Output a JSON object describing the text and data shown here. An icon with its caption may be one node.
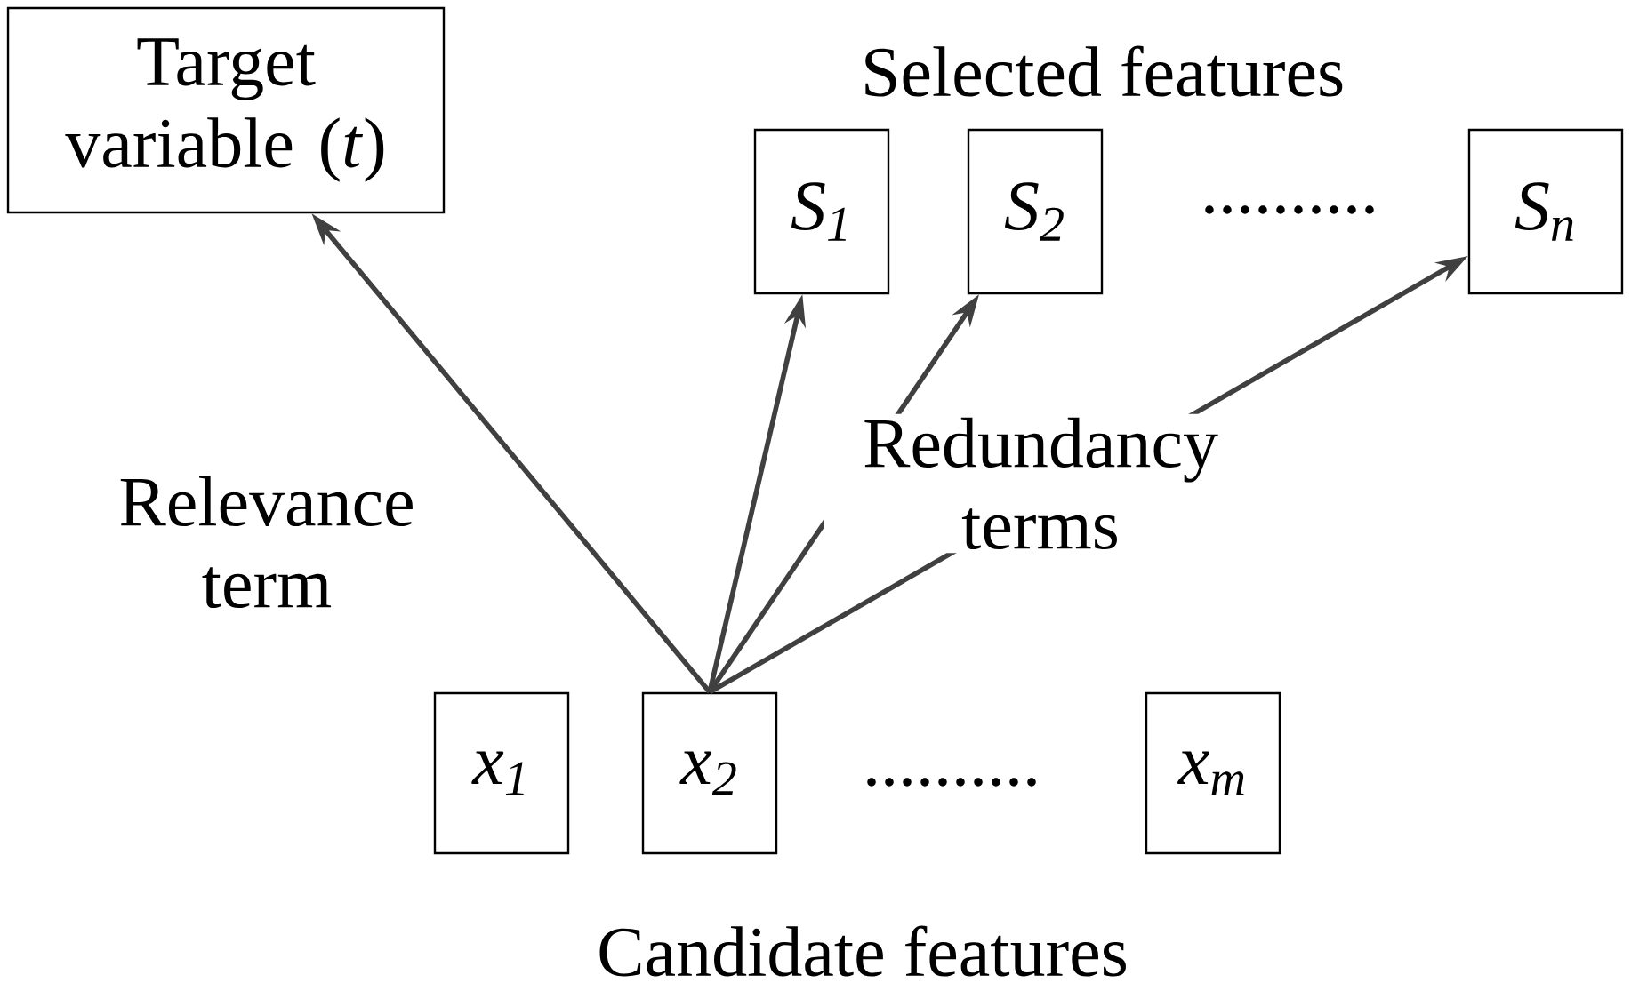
{
  "diagram": {
    "nodes": [
      {
        "text": [
          "Target variable (*t*)"
        ]
      },
      {
        "text": [
          "S$_{1}$"
        ]
      },
      {
        "text": [
          "S$_{2}$"
        ]
      },
      {
        "text": [
          "S$_{n}$"
        ]
      },
      {
        "text": [
          "x$_{1}$"
        ]
      },
      {
        "text": [
          "x$_{2}$"
        ]
      },
      {
        "text": [
          "x$_{m}$"
        ]
      }
    ],
    "edges": [
      {
        "from": 5,
        "to": 0,
        "arrow": "to",
        "label": "Relevance term"
      },
      {
        "from": 5,
        "to": 1,
        "arrow": "to"
      },
      {
        "from": 5,
        "to": 2,
        "arrow": "to"
      },
      {
        "from": 5,
        "to": 3,
        "arrow": "to"
      }
    ],
    "labels": [
      "Selected features",
      "..........",
      "Redundancy terms",
      "..........",
      "Candidate features"
    ]
  }
}
